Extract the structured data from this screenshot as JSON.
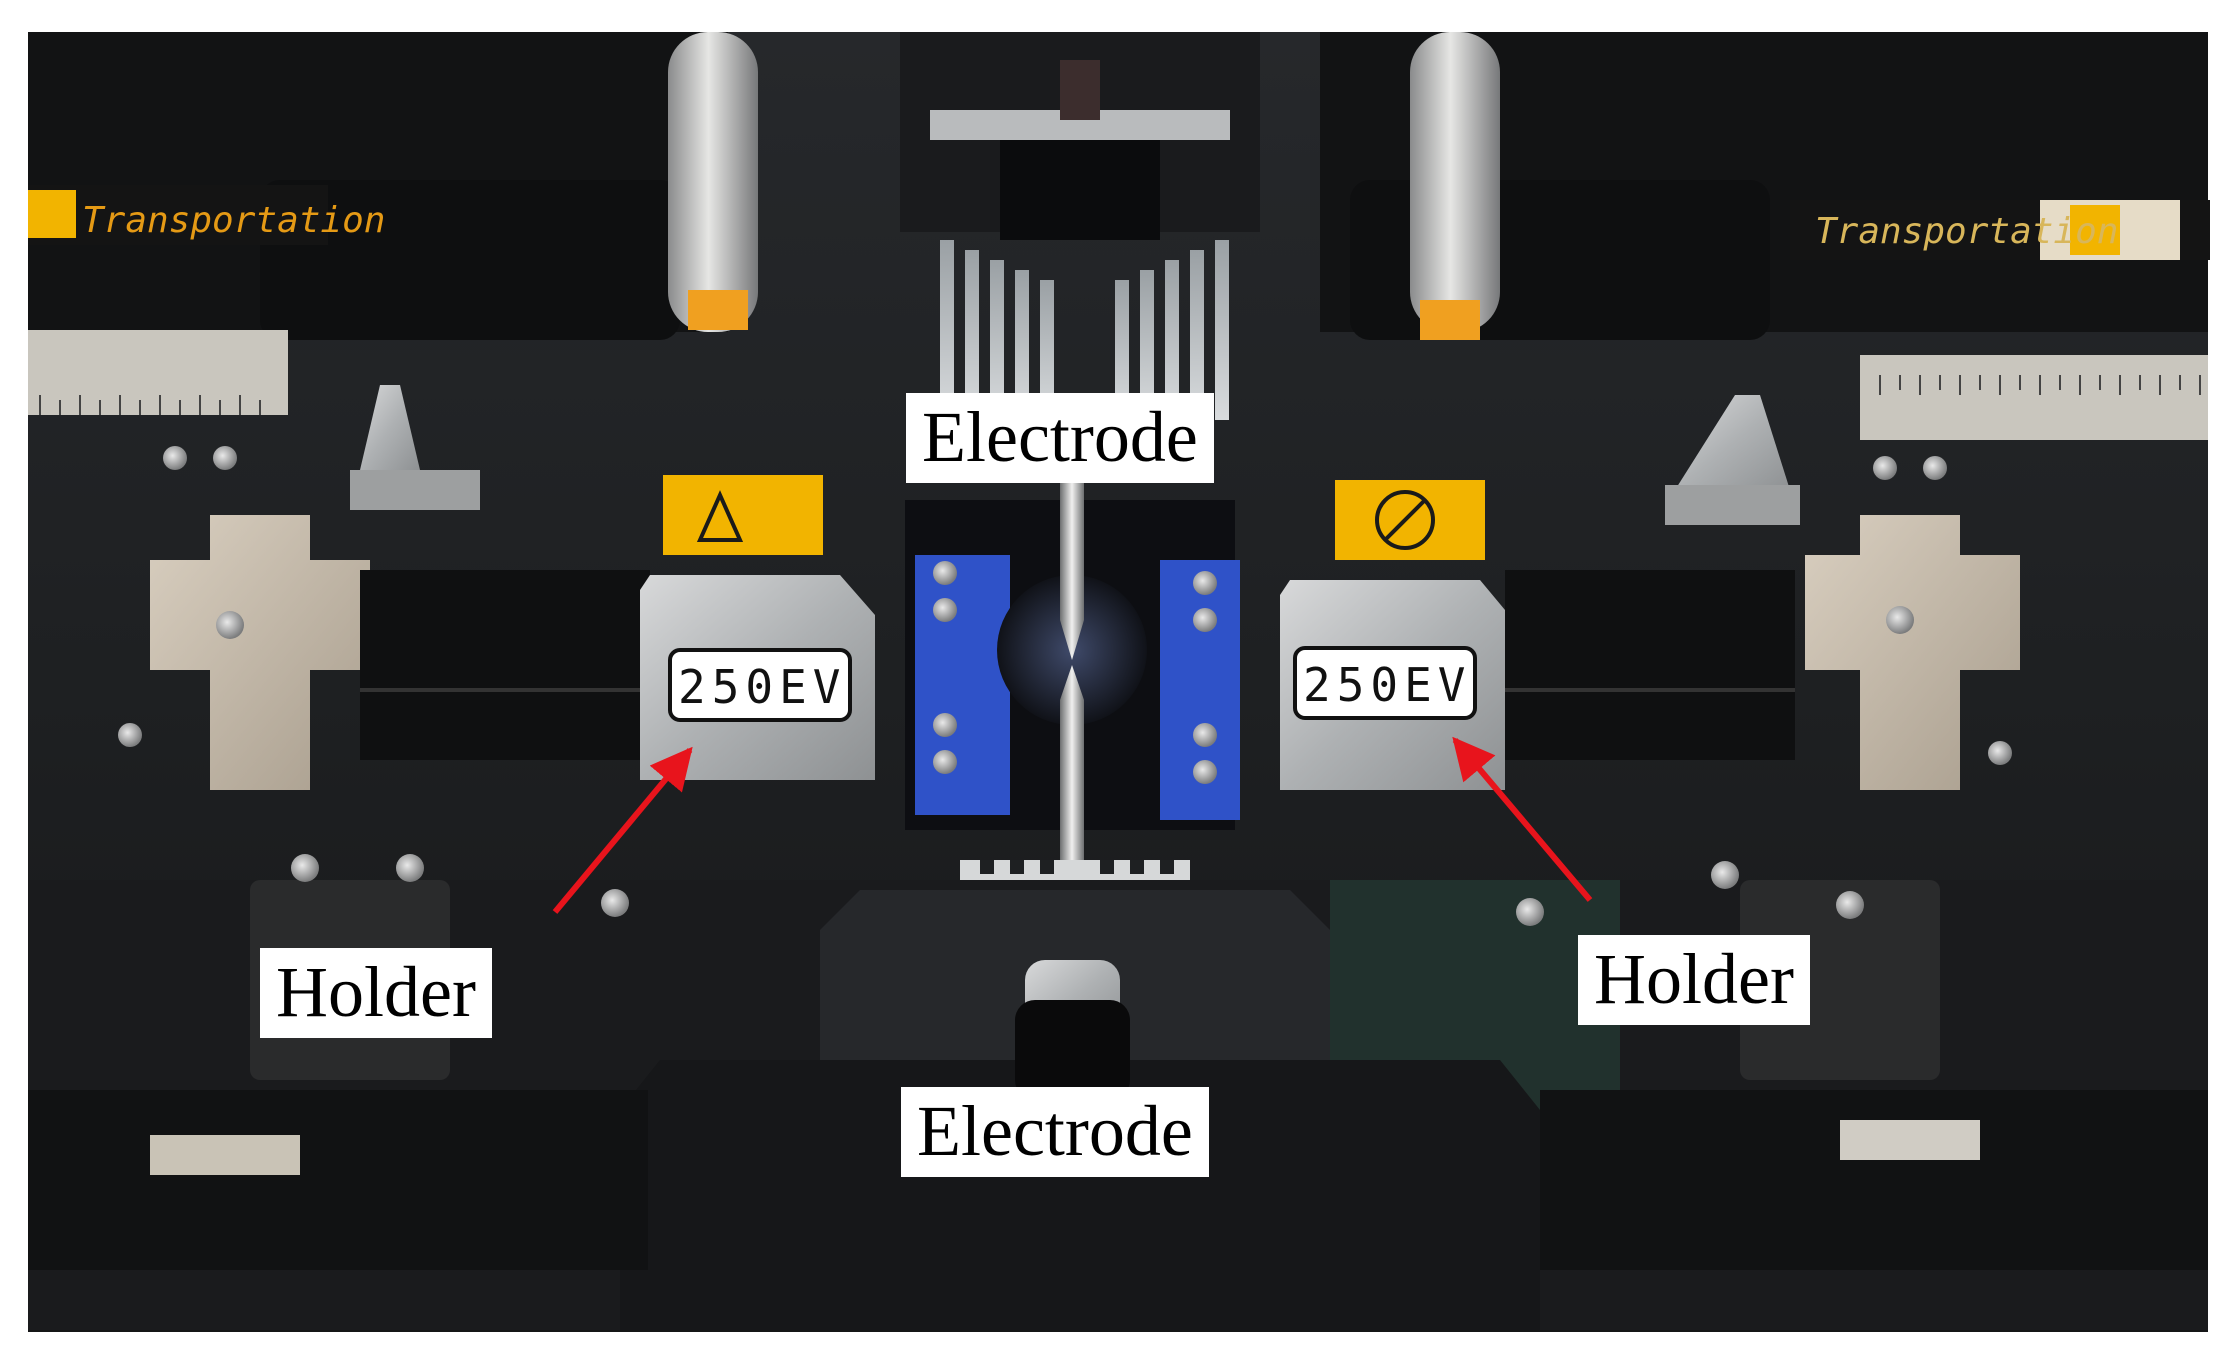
{
  "figure": {
    "labels": {
      "electrode_top": "Electrode",
      "electrode_bottom": "Electrode",
      "holder_left": "Holder",
      "holder_right": "Holder"
    },
    "holder_plates": {
      "left": "250EV",
      "right": "250EV"
    },
    "stickers": {
      "left": "Transportation",
      "right": "Transportation"
    },
    "colors": {
      "arrow": "#e8141c",
      "warning_sticker": "#f2b400",
      "clamp_blue": "#2f52c8",
      "plate_metal": "#b9bcbd"
    }
  }
}
